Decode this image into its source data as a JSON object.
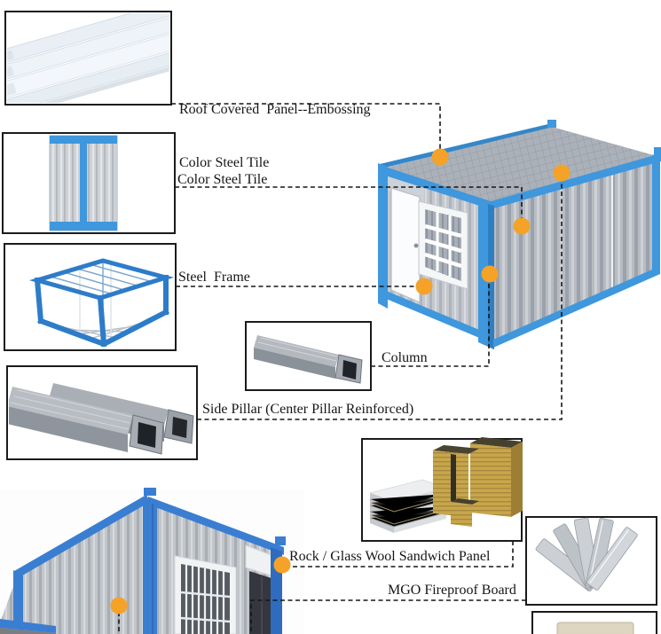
{
  "callouts": {
    "roof_panel": {
      "line1": "Roof Covered  Panel--Embossing",
      "line2": "Color Steel Tile"
    },
    "color_steel_tile": {
      "label": "Color Steel Tile"
    },
    "steel_frame": {
      "label": "Steel  Frame"
    },
    "column": {
      "label": "Column"
    },
    "side_pillar": {
      "label": "Side Pillar (Center Pillar Reinforced)"
    },
    "sandwich_panel": {
      "label": "Rock / Glass Wool Sandwich Panel"
    },
    "mgo_board": {
      "label": "MGO Fireproof Board"
    }
  },
  "figures": [
    "roof-covered-panel-photo",
    "color-steel-tile-photo",
    "steel-frame-photo",
    "side-pillar-tubes-photo",
    "column-tube-photo",
    "sandwich-panel-stacks-photo",
    "mgo-board-fan-photo",
    "container-house-render",
    "container-house-site-photo"
  ],
  "colors": {
    "frame_blue": "#3f97dd",
    "photo_frame_blue": "#3a7ed2",
    "wall_gray": "#b7bcc3",
    "marker_orange": "#f5a228",
    "connector_black": "#161616",
    "box_border": "#1b1b1b"
  }
}
